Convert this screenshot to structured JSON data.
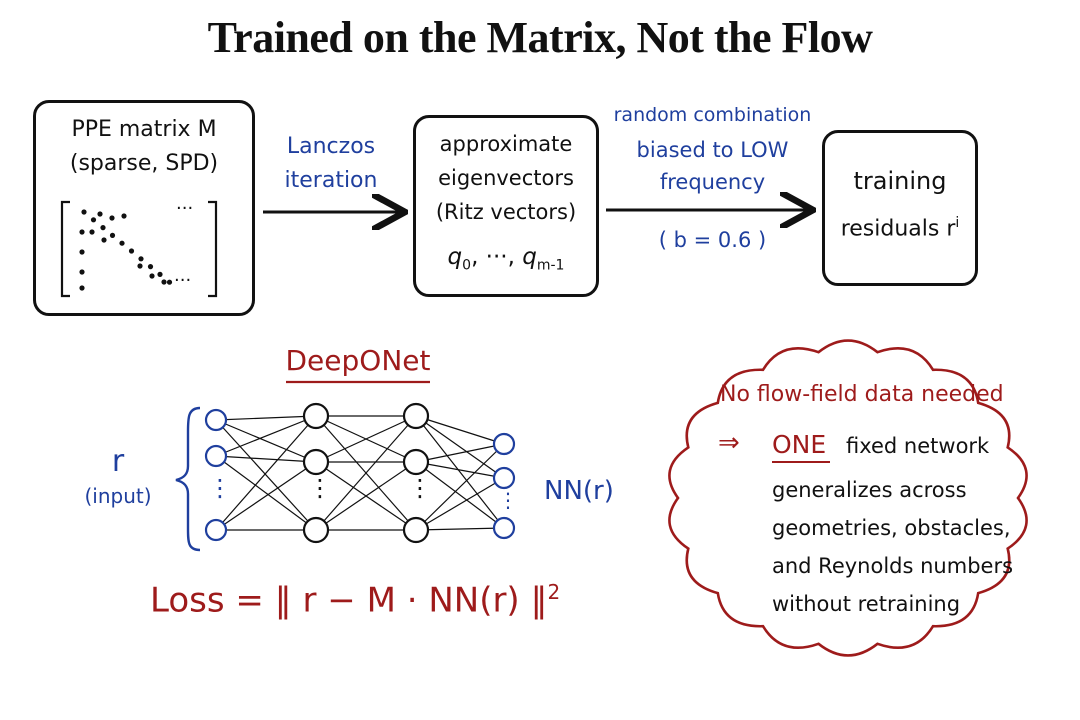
{
  "title": "Trained on the Matrix, Not the Flow",
  "matrix_box": {
    "line1": "PPE matrix M",
    "line2": "(sparse, SPD)",
    "ellipsis": "···"
  },
  "lanczos": {
    "line1": "Lanczos",
    "line2": "iteration"
  },
  "ritz_box": {
    "line1": "approximate",
    "line2": "eigenvectors",
    "line3": "(Ritz vectors)",
    "q0": "q",
    "q0_sub": "0",
    "sep": ", ···, ",
    "qm": "q",
    "qm_sub": "m-1"
  },
  "combination": {
    "line1": "random combination",
    "line2": "biased to LOW",
    "line3": "frequency",
    "param": "( b = 0.6 )"
  },
  "residuals_box": {
    "line1": "training",
    "line2": "residuals r",
    "sup": "i"
  },
  "deeponet": {
    "title": "DeepONet",
    "input_label": "r",
    "input_sub": "(input)",
    "output_label": "NN(r)",
    "dots": "⋮"
  },
  "loss": {
    "text": "Loss = ‖ r − M · NN(r) ‖",
    "sup": "2"
  },
  "cloud": {
    "line1": "No flow-field data needed",
    "arrow": "⇒",
    "one": "ONE",
    "line2_rest": "fixed network",
    "line3": "generalizes across",
    "line4": "geometries, obstacles,",
    "line5": "and Reynolds numbers",
    "line6": "without retraining"
  },
  "colors": {
    "ink": "#111111",
    "blue": "#1f3f9e",
    "red": "#9e1b1b"
  }
}
